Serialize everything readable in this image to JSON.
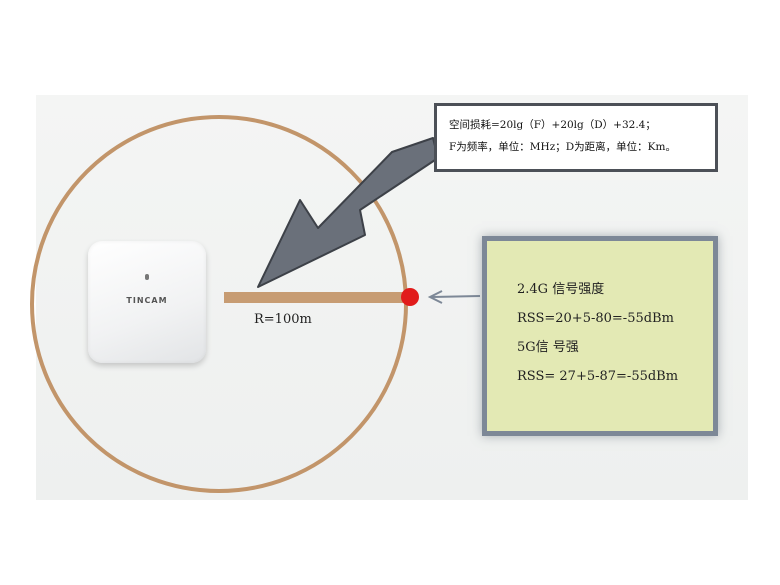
{
  "device": {
    "brand": "TINCAM"
  },
  "radius_label": "R=100m",
  "formula": {
    "line1": "空间损耗=20lg（F）+20lg（D）+32.4；",
    "line2": "F为频率，单位：MHz；D为距离，单位：Km。"
  },
  "signal": {
    "line1": "2.4G  信号强度",
    "line2": "RSS=20+5-80=-55dBm",
    "line3": "5G信  号强",
    "line4": "RSS=  27+5-87=-55dBm"
  },
  "colors": {
    "circle": "#c2956a",
    "radius_bar": "#c79c73",
    "marker": "#e11b1b",
    "arrow": "#5a606b",
    "formula_border": "#4c5057",
    "signal_fill": "#e3e9b4",
    "signal_border": "#7d8897"
  }
}
